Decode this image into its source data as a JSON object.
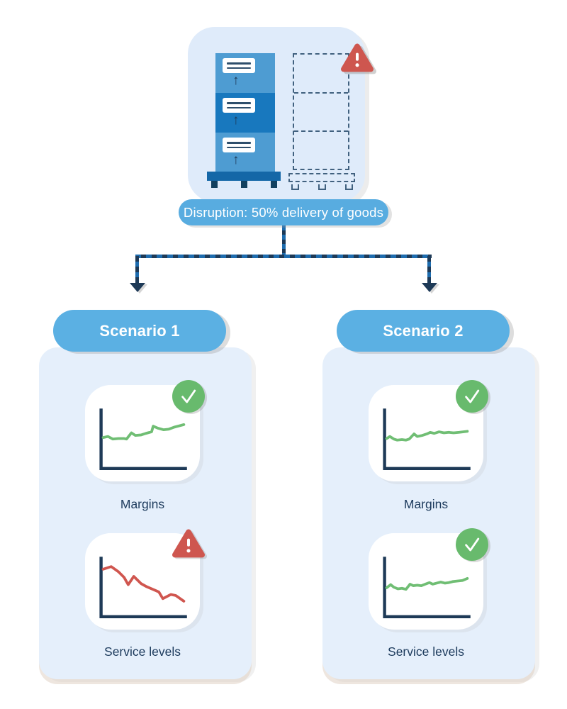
{
  "disruption": {
    "label": "Disruption: 50% delivery of goods"
  },
  "icons": {
    "arrow_up_glyph": "↑",
    "warning": "warning-triangle-icon",
    "check": "check-circle-icon"
  },
  "colors": {
    "navy": "#1E3A57",
    "connector_dash_blue": "#1E6CAE",
    "header_pill_blue": "#5BB0E3",
    "disruption_pill_blue": "#58ACE0",
    "card_bg": "#E5EFFB",
    "hero_bg": "#DFEBFA",
    "box_light_blue": "#4E9CD2",
    "box_dark_blue": "#1878BE",
    "pallet_blue": "#1467A7",
    "pallet_leg_blue": "#12405F",
    "positive_green": "#70BE74",
    "badge_green": "#68BA6D",
    "negative_red": "#D0564F",
    "badge_red": "#CE564F",
    "tile_bg": "#FFFFFF"
  },
  "scenarios": [
    {
      "title": "Scenario 1"
    },
    {
      "title": "Scenario 2"
    }
  ],
  "chart_data": [
    {
      "id": "scenario1-margins",
      "scenario": "Scenario 1",
      "label": "Margins",
      "type": "line",
      "status": "ok",
      "trend": "rising",
      "line_color": "#70BE74",
      "axis_color": "#1E3A57",
      "x_range": [
        0,
        100
      ],
      "y_range": [
        0,
        100
      ],
      "points": [
        [
          0,
          48
        ],
        [
          6,
          46
        ],
        [
          12,
          51
        ],
        [
          19,
          50
        ],
        [
          26,
          50
        ],
        [
          29,
          51
        ],
        [
          35,
          39
        ],
        [
          40,
          44
        ],
        [
          47,
          43
        ],
        [
          53,
          40
        ],
        [
          60,
          37
        ],
        [
          62,
          26
        ],
        [
          68,
          30
        ],
        [
          75,
          33
        ],
        [
          81,
          32
        ],
        [
          88,
          28
        ],
        [
          100,
          23
        ]
      ]
    },
    {
      "id": "scenario1-service-levels",
      "scenario": "Scenario 1",
      "label": "Service levels",
      "type": "line",
      "status": "alert",
      "trend": "falling",
      "line_color": "#D0564F",
      "axis_color": "#1E3A57",
      "x_range": [
        0,
        100
      ],
      "y_range": [
        0,
        100
      ],
      "points": [
        [
          0,
          16
        ],
        [
          10,
          11
        ],
        [
          19,
          21
        ],
        [
          26,
          32
        ],
        [
          31,
          46
        ],
        [
          38,
          30
        ],
        [
          47,
          44
        ],
        [
          54,
          50
        ],
        [
          63,
          56
        ],
        [
          69,
          60
        ],
        [
          74,
          73
        ],
        [
          84,
          65
        ],
        [
          90,
          67
        ],
        [
          100,
          78
        ]
      ]
    },
    {
      "id": "scenario2-margins",
      "scenario": "Scenario 2",
      "label": "Margins",
      "type": "line",
      "status": "ok",
      "trend": "steady-slight-rise",
      "line_color": "#70BE74",
      "axis_color": "#1E3A57",
      "x_range": [
        0,
        100
      ],
      "y_range": [
        0,
        100
      ],
      "points": [
        [
          0,
          50
        ],
        [
          4,
          46
        ],
        [
          9,
          51
        ],
        [
          13,
          53
        ],
        [
          19,
          52
        ],
        [
          24,
          53
        ],
        [
          28,
          51
        ],
        [
          34,
          41
        ],
        [
          38,
          46
        ],
        [
          44,
          44
        ],
        [
          50,
          41
        ],
        [
          54,
          38
        ],
        [
          59,
          40
        ],
        [
          65,
          37
        ],
        [
          71,
          39
        ],
        [
          77,
          38
        ],
        [
          83,
          39
        ],
        [
          90,
          38
        ],
        [
          100,
          36
        ]
      ]
    },
    {
      "id": "scenario2-service-levels",
      "scenario": "Scenario 2",
      "label": "Service levels",
      "type": "line",
      "status": "ok",
      "trend": "steady-slight-rise",
      "line_color": "#70BE74",
      "axis_color": "#1E3A57",
      "x_range": [
        0,
        100
      ],
      "y_range": [
        0,
        100
      ],
      "points": [
        [
          0,
          52
        ],
        [
          5,
          46
        ],
        [
          9,
          51
        ],
        [
          14,
          54
        ],
        [
          19,
          53
        ],
        [
          24,
          55
        ],
        [
          29,
          45
        ],
        [
          33,
          48
        ],
        [
          38,
          47
        ],
        [
          43,
          48
        ],
        [
          48,
          45
        ],
        [
          53,
          42
        ],
        [
          57,
          45
        ],
        [
          62,
          43
        ],
        [
          67,
          41
        ],
        [
          72,
          43
        ],
        [
          77,
          42
        ],
        [
          82,
          40
        ],
        [
          88,
          39
        ],
        [
          94,
          38
        ],
        [
          100,
          34
        ]
      ]
    }
  ]
}
